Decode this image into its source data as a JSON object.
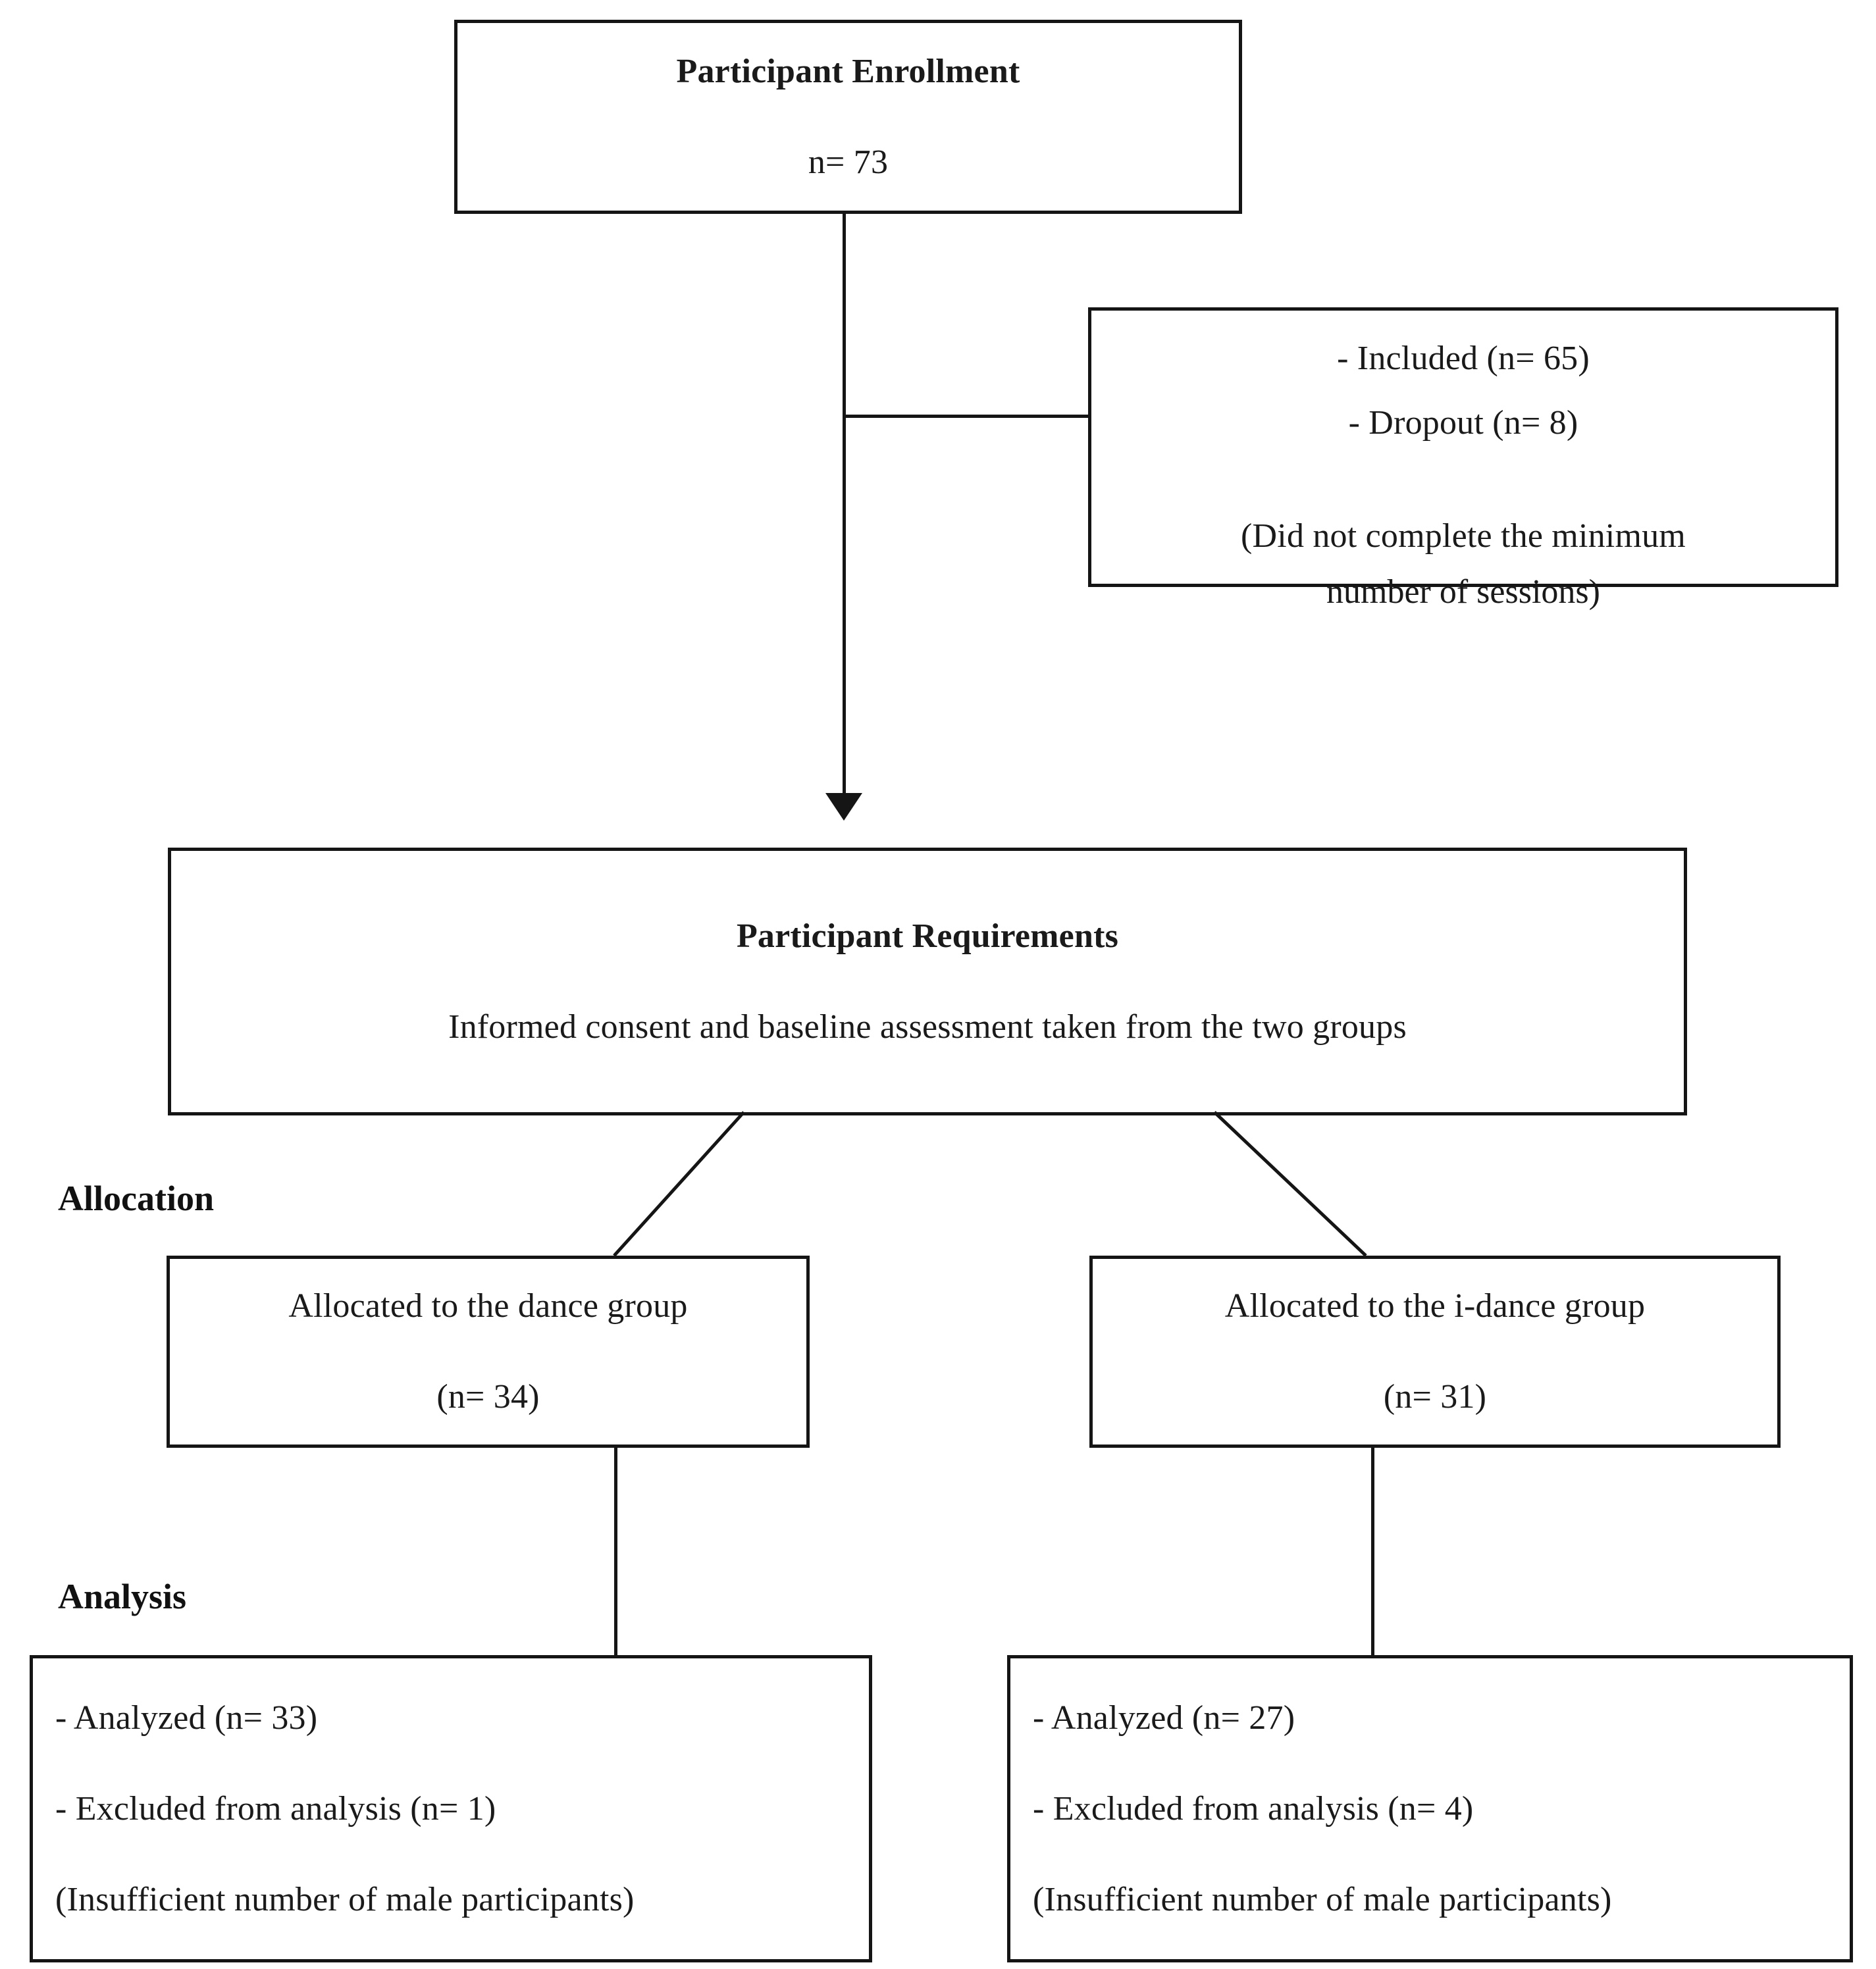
{
  "diagram": {
    "title": "CONSORT participant flow diagram",
    "stage_labels": {
      "allocation": "Allocation",
      "analysis": "Analysis"
    },
    "nodes": {
      "enrollment": {
        "heading": "Participant Enrollment",
        "count_line": "n= 73"
      },
      "screening_outcome": {
        "included": "- Included (n= 65)",
        "dropout": "- Dropout (n= 8)",
        "reason_line1": "(Did not complete the minimum",
        "reason_line2": "number of sessions)"
      },
      "requirements": {
        "heading": "Participant Requirements",
        "detail": "Informed consent and baseline assessment taken from the two groups"
      },
      "allocation_left": {
        "line1": "Allocated to the dance group",
        "line2": "(n= 34)"
      },
      "allocation_right": {
        "line1": "Allocated to the i-dance group",
        "line2": "(n= 31)"
      },
      "analysis_left": {
        "line1": "- Analyzed (n= 33)",
        "line2": "- Excluded from analysis (n= 1)",
        "line3": "(Insufficient number of male participants)"
      },
      "analysis_right": {
        "line1": "- Analyzed (n= 27)",
        "line2": "- Excluded from analysis (n= 4)",
        "line3": "(Insufficient number of male participants)"
      }
    },
    "colors": {
      "stroke": "#151515",
      "background": "#ffffff",
      "text": "#1a1a1a"
    }
  }
}
